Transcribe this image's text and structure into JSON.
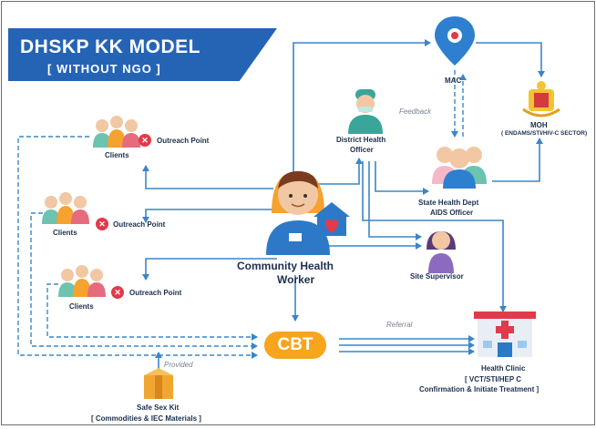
{
  "title": {
    "main": "DHSKP KK MODEL",
    "sub": "[ WITHOUT NGO ]"
  },
  "nodes": {
    "mac": "MAC",
    "moh": "MOH",
    "moh_sub": "( ENDAMS/STI/HIV-C SECTOR)",
    "district_officer": [
      "District Health",
      "Officer"
    ],
    "state_officer": [
      "State Health Dept",
      "AIDS Officer"
    ],
    "chw": [
      "Community Health",
      "Worker"
    ],
    "site_supervisor": "Site Supervisor",
    "cbt": "CBT",
    "health_clinic": "Health Clinic",
    "health_clinic_sub": [
      "[ VCT/STI/HEP C",
      "Confirmation & Initiate Treatment ]"
    ],
    "safe_sex_kit": "Safe Sex Kit",
    "safe_sex_kit_sub": "[ Commodities & IEC Materials ]",
    "outreach": "Outreach Point",
    "clients": "Clients"
  },
  "edge_labels": {
    "feedback": "Feedback",
    "referral": "Referral",
    "provided": "Provided"
  },
  "colors": {
    "banner": "#2564b5",
    "arrow": "#3b86c6",
    "alert": "#e23a4a",
    "cbt": "#f6a51d",
    "pin": "#2f7fd0"
  }
}
